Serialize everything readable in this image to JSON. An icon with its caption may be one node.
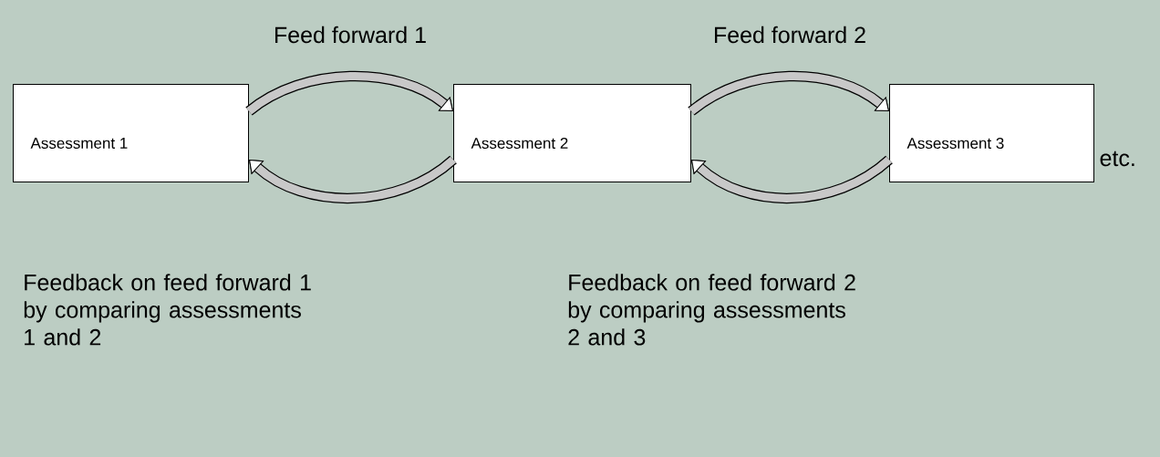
{
  "diagram": {
    "nodes": [
      {
        "text": [
          "Assessment 1"
        ]
      },
      {
        "text": [
          "Assessment 2"
        ]
      },
      {
        "text": [
          "Assessment 3"
        ],
        "beside": [
          "etc."
        ]
      }
    ],
    "edges": [
      {
        "from": 0,
        "to": 1,
        "arrow": "to",
        "label": "Feed forward 1"
      },
      {
        "from": 1,
        "to": 0,
        "arrow": "to",
        "label": "Feedback on feed forward 1 by comparing assessments 1 and 2"
      },
      {
        "from": 1,
        "to": 2,
        "arrow": "to",
        "label": "Feed forward 2"
      },
      {
        "from": 2,
        "to": 1,
        "arrow": "to",
        "label": "Feedback on feed forward 2 by comparing assessments 2 and 3"
      }
    ]
  }
}
